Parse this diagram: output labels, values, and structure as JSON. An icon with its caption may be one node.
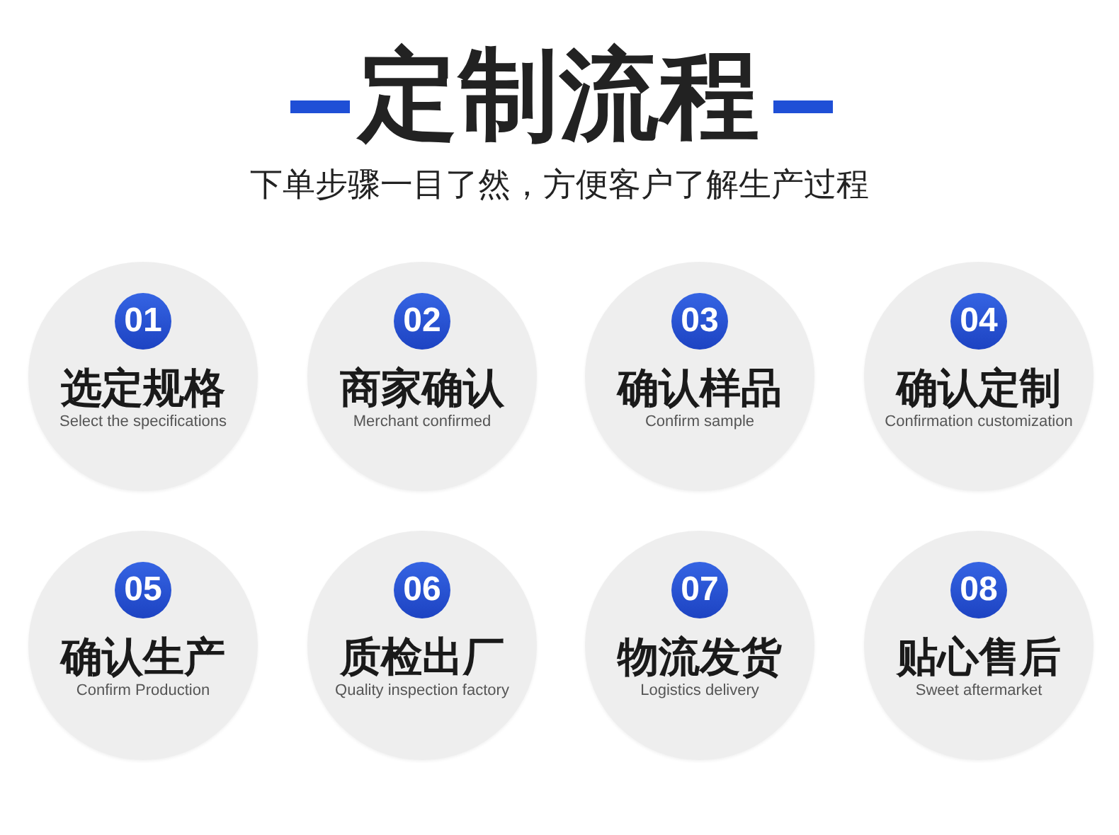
{
  "diagram": {
    "title": "定制流程",
    "nodes": [
      {
        "text": [
          "选定规格",
          "Select the specifications"
        ]
      },
      {
        "text": [
          "01"
        ],
        "in": 0
      },
      {
        "text": [
          "商家确认",
          "Merchant confirmed"
        ]
      },
      {
        "text": [
          "02"
        ],
        "in": 2
      },
      {
        "text": [
          "确认样品",
          "Confirm sample"
        ]
      },
      {
        "text": [
          "03"
        ],
        "in": 4
      },
      {
        "text": [
          "确认定制",
          "Confirmation customization"
        ]
      },
      {
        "text": [
          "04"
        ],
        "in": 6
      },
      {
        "text": [
          "确认生产",
          "Confirm Production"
        ]
      },
      {
        "text": [
          "05"
        ],
        "in": 8
      },
      {
        "text": [
          "质检出厂",
          "Quality inspection factory"
        ]
      },
      {
        "text": [
          "06"
        ],
        "in": 10
      },
      {
        "text": [
          "物流发货",
          "Logistics delivery"
        ]
      },
      {
        "text": [
          "07"
        ],
        "in": 12
      },
      {
        "text": [
          "贴心售后",
          "Sweet aftermarket"
        ]
      },
      {
        "text": [
          "08"
        ],
        "in": 14
      }
    ],
    "labels": [
      "下单步骤一目了然，方便客户了解生产过程"
    ]
  }
}
